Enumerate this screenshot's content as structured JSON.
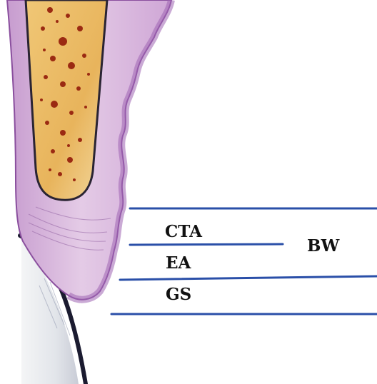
{
  "labels": {
    "cta": "CTA",
    "ea": "EA",
    "gs": "GS",
    "bw": "BW"
  },
  "colors": {
    "line": "#2a4fa8",
    "gingiva_fill": "#d7b8dc",
    "gingiva_border": "#8a4f9e",
    "bone": "#e9b860",
    "bone_dots": "#9b2a12",
    "tooth": "#eef0f2",
    "tooth_outline": "#1b1b30",
    "canal_outline": "#2a2433"
  }
}
